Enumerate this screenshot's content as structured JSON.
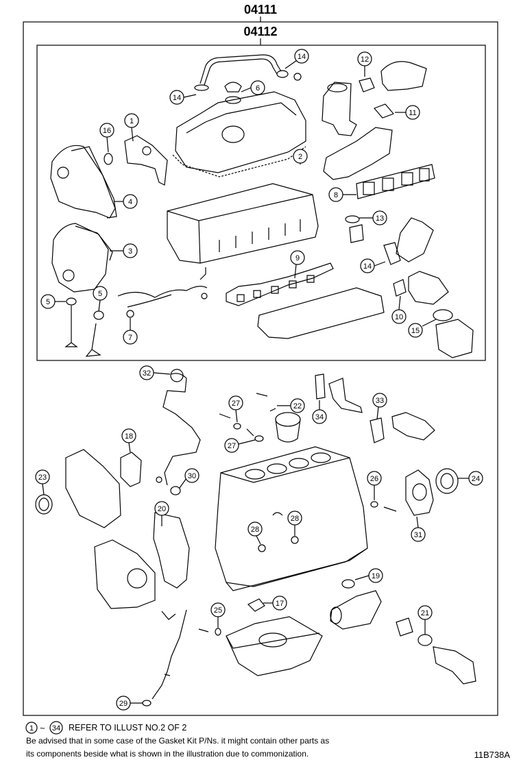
{
  "header": {
    "outer_part_number": "04111",
    "inner_part_number": "04112"
  },
  "callouts": {
    "c1": "1",
    "c2": "2",
    "c3": "3",
    "c4": "4",
    "c5a": "5",
    "c5b": "5",
    "c6": "6",
    "c7": "7",
    "c8": "8",
    "c9": "9",
    "c10": "10",
    "c11": "11",
    "c12": "12",
    "c13": "13",
    "c14a": "14",
    "c14b": "14",
    "c14c": "14",
    "c15": "15",
    "c16": "16",
    "c17": "17",
    "c18": "18",
    "c19": "19",
    "c20": "20",
    "c21": "21",
    "c22": "22",
    "c23": "23",
    "c24": "24",
    "c25": "25",
    "c26": "26",
    "c27a": "27",
    "c27b": "27",
    "c28a": "28",
    "c28b": "28",
    "c29": "29",
    "c30": "30",
    "c31": "31",
    "c32": "32",
    "c33": "33",
    "c34": "34"
  },
  "footer": {
    "range_start": "1",
    "range_end": "34",
    "refer_text": "REFER TO ILLUST NO.2 OF 2",
    "note_line1": "Be advised that in some case of the Gasket Kit P/Ns.  it might contain other parts as",
    "note_line2": "its components beside what is shown in the illustration due to commonization.",
    "drawing_id": "11B738A"
  }
}
